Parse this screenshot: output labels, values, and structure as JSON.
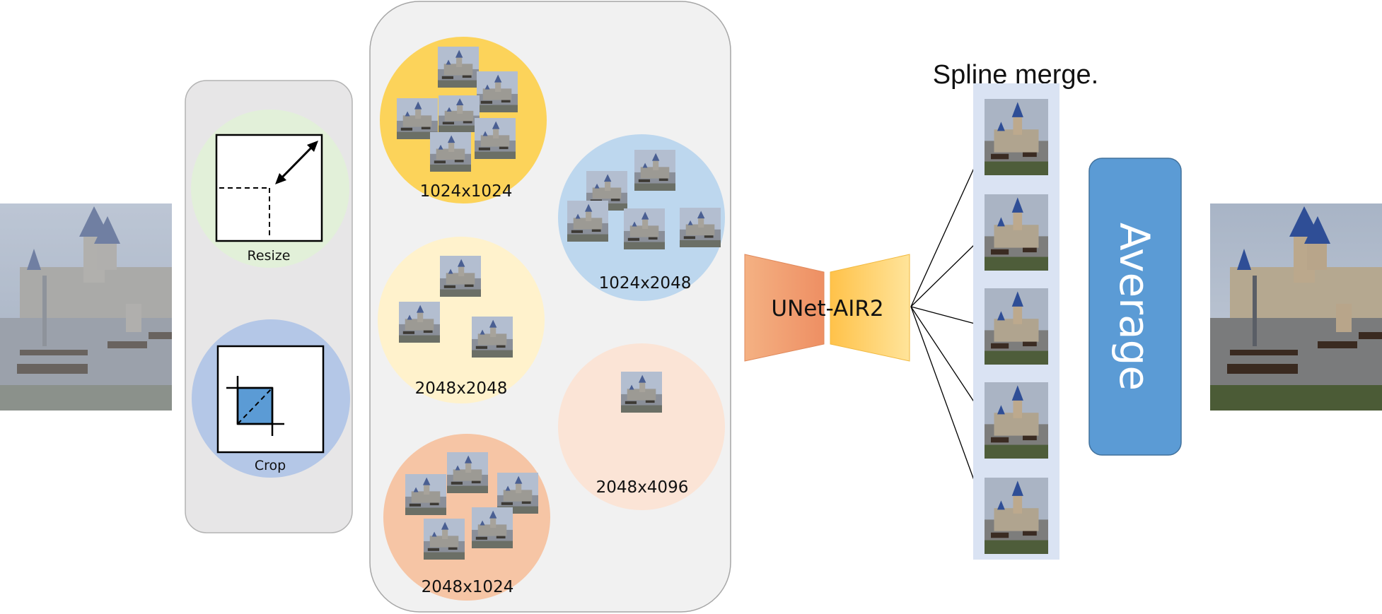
{
  "preprocess": {
    "resize_label": "Resize",
    "crop_label": "Crop"
  },
  "resolutions": {
    "r1": "1024x1024",
    "r2": "1024x2048",
    "r3": "2048x2048",
    "r4": "2048x4096",
    "r5": "2048x1024"
  },
  "model": {
    "name": "UNet-AIR2"
  },
  "merge": {
    "title": "Spline merge."
  },
  "average": {
    "label": "Average"
  },
  "colors": {
    "panel_gray": "#e7e6e7",
    "panel_light": "#f1f1f1",
    "yellow": "#fcd35a",
    "blue": "#bdd7ee",
    "light_yellow": "#fff2cc",
    "peach": "#fbe4d6",
    "orange": "#f6c5a5",
    "green": "#e2f0d9",
    "avg_blue": "#5b9bd5"
  }
}
